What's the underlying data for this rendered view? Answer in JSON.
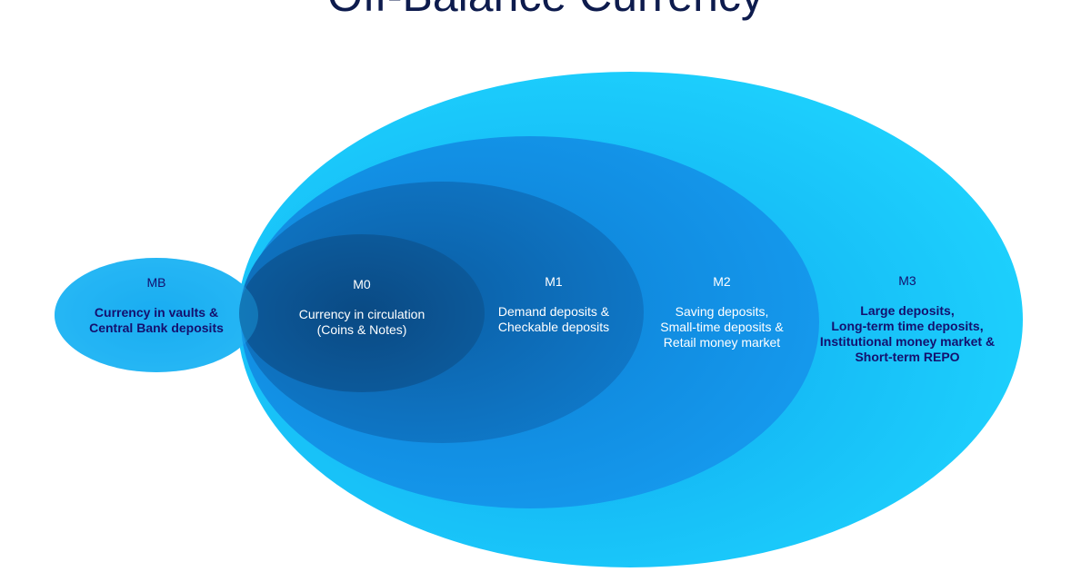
{
  "title": "Off-Balance Currency",
  "colors": {
    "m3": "#13c3fb",
    "m2": "#1294ea",
    "m1": "#0e6fc0",
    "m0": "#0b4f8c",
    "mb": "#1fb3f3",
    "dark_text": "#14106e",
    "light_text": "#ffffff"
  },
  "aggregates": {
    "mb": {
      "name": "MB",
      "description": "Currency in vaults &\nCentral Bank deposits"
    },
    "m0": {
      "name": "M0",
      "description": "Currency in circulation\n(Coins & Notes)"
    },
    "m1": {
      "name": "M1",
      "description": "Demand deposits &\nCheckable deposits"
    },
    "m2": {
      "name": "M2",
      "description": "Saving deposits,\nSmall-time deposits &\nRetail money market"
    },
    "m3": {
      "name": "M3",
      "description": "Large deposits,\nLong-term time deposits,\nInstitutional money market &\nShort-term REPO"
    }
  }
}
